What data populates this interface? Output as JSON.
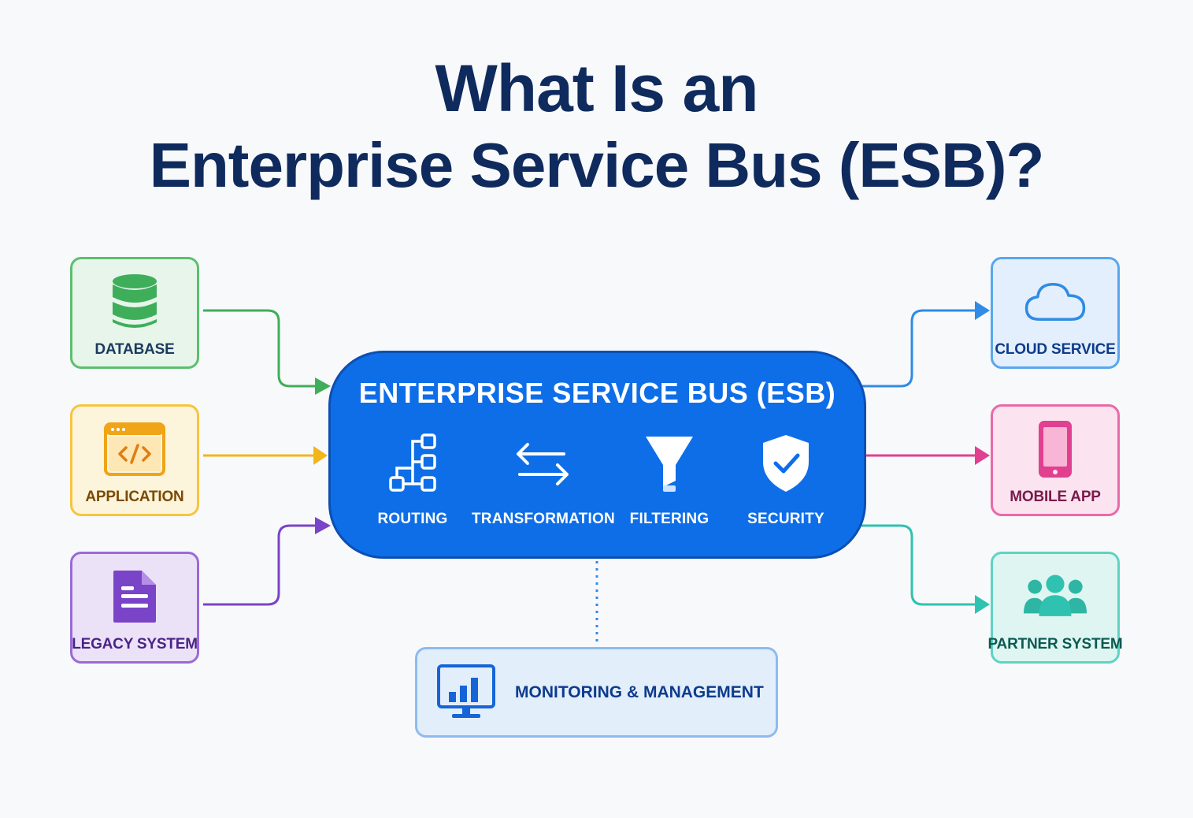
{
  "title": {
    "line1": "What Is an",
    "line2": "Enterprise Service Bus (ESB)?"
  },
  "bus": {
    "title": "ENTERPRISE SERVICE BUS (ESB)",
    "color": "#0e6ee8",
    "capabilities": [
      {
        "label": "ROUTING",
        "icon": "routing-icon"
      },
      {
        "label": "TRANSFORMATION",
        "icon": "exchange-arrows-icon"
      },
      {
        "label": "FILTERING",
        "icon": "funnel-icon"
      },
      {
        "label": "SECURITY",
        "icon": "shield-check-icon"
      }
    ]
  },
  "sources": [
    {
      "label": "DATABASE",
      "icon": "database-icon",
      "color": "#3fae5a"
    },
    {
      "label": "APPLICATION",
      "icon": "code-window-icon",
      "color": "#f2b51c"
    },
    {
      "label": "LEGACY SYSTEM",
      "icon": "document-icon",
      "color": "#7a44c8"
    }
  ],
  "targets": [
    {
      "label": "CLOUD SERVICE",
      "icon": "cloud-icon",
      "color": "#2f8be6"
    },
    {
      "label": "MOBILE APP",
      "icon": "smartphone-icon",
      "color": "#e0408f"
    },
    {
      "label": "PARTNER SYSTEM",
      "icon": "people-group-icon",
      "color": "#2fc2b0"
    }
  ],
  "monitoring": {
    "label": "MONITORING & MANAGEMENT",
    "icon": "monitor-chart-icon"
  }
}
